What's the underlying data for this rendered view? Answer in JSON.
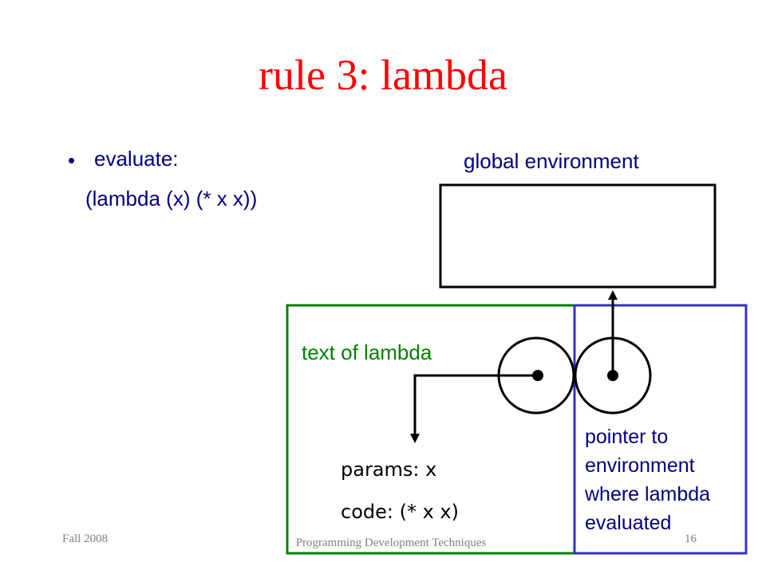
{
  "slide": {
    "title": "rule 3: lambda",
    "bullet_marker": "•",
    "bullet_text": "evaluate:",
    "bullet_code": "(lambda (x) (* x x))"
  },
  "diagram": {
    "global_env_label": "global environment",
    "lambda_text_label": "text of lambda",
    "params_label": "params: x",
    "code_label": "code: (* x x)",
    "pointer_note": "pointer to environment where lambda evaluated"
  },
  "colors": {
    "title": "#ff0000",
    "body_text": "#000080",
    "lambda_box": "#008000",
    "pointer_box": "#3333bb"
  },
  "footer": {
    "left": "Fall 2008",
    "center": "Programming Development Techniques",
    "right": "16"
  }
}
